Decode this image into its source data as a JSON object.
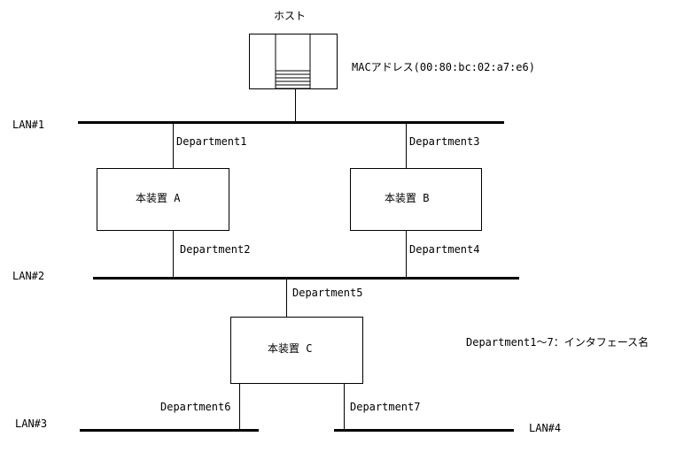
{
  "host": {
    "title": "ホスト",
    "mac": "MACアドレス(00:80:bc:02:a7:e6)"
  },
  "lans": {
    "lan1": "LAN#1",
    "lan2": "LAN#2",
    "lan3": "LAN#3",
    "lan4": "LAN#4"
  },
  "devices": {
    "a": "本装置 A",
    "b": "本装置 B",
    "c": "本装置 C"
  },
  "interfaces": {
    "d1": "Department1",
    "d2": "Department2",
    "d3": "Department3",
    "d4": "Department4",
    "d5": "Department5",
    "d6": "Department6",
    "d7": "Department7"
  },
  "note": "Department1～7：インタフェース名"
}
